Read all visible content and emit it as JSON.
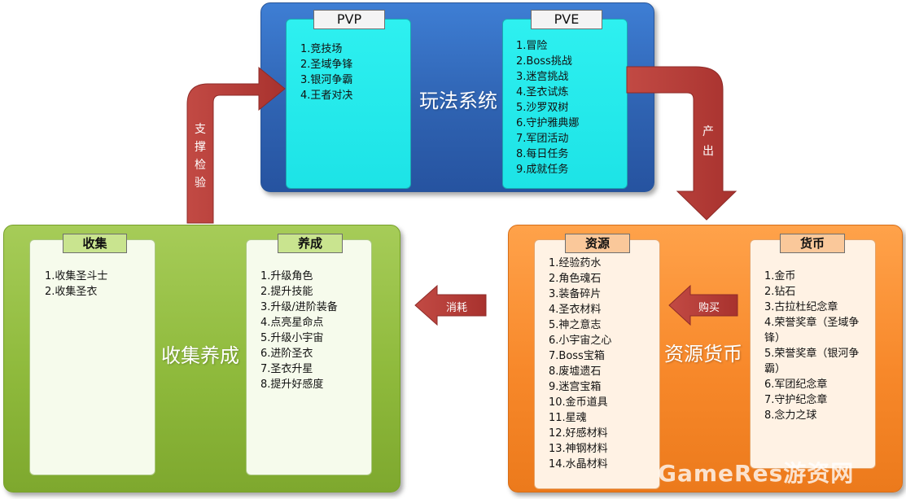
{
  "play_system": {
    "title": "玩法系统",
    "pvp": {
      "label": "PVP",
      "items": [
        "1.竞技场",
        "2.圣域争锋",
        "3.银河争霸",
        "4.王者对决"
      ]
    },
    "pve": {
      "label": "PVE",
      "items": [
        "1.冒险",
        "2.Boss挑战",
        "3.迷宫挑战",
        "4.圣衣试炼",
        "5.沙罗双树",
        "6.守护雅典娜",
        "7.军团活动",
        "8.每日任务",
        "9.成就任务"
      ]
    }
  },
  "collect_nurture": {
    "title": "收集养成",
    "collect": {
      "label": "收集",
      "items": [
        "1.收集圣斗士",
        "2.收集圣衣"
      ]
    },
    "nurture": {
      "label": "养成",
      "items": [
        "1.升级角色",
        "2.提升技能",
        "3.升级/进阶装备",
        "4.点亮星命点",
        "5.升级小宇宙",
        "6.进阶圣衣",
        "7.圣衣升星",
        "8.提升好感度"
      ]
    }
  },
  "resource_currency": {
    "title": "资源货币",
    "resource": {
      "label": "资源",
      "items": [
        "1.经验药水",
        "2.角色魂石",
        "3.装备碎片",
        "4.圣衣材料",
        "5.神之意志",
        "6.小宇宙之心",
        "7.Boss宝箱",
        "8.废墟遗石",
        "9.迷宫宝箱",
        "10.金币道具",
        "11.星魂",
        "12.好感材料",
        "13.神钢材料",
        "14.水晶材料"
      ]
    },
    "currency": {
      "label": "货币",
      "items": [
        "1.金币",
        "2.钻石",
        "3.古拉杜纪念章",
        "4.荣誉奖章（圣域争锋）",
        "5.荣誉奖章（银河争霸）",
        "6.军团纪念章",
        "7.守护纪念章",
        "8.念力之球"
      ]
    }
  },
  "arrows": {
    "support": {
      "line1": "支",
      "line2": "撑",
      "line3": "检",
      "line4": "验"
    },
    "produce": {
      "line1": "产",
      "line2": "出"
    },
    "consume": "消耗",
    "buy": "购买"
  },
  "watermark": "GameRes游资网",
  "colors": {
    "blue": "#2f63b2",
    "green": "#8fba3c",
    "orange": "#f7882a",
    "cyan": "#1de3e6",
    "arrow_red": "#b53a35"
  }
}
